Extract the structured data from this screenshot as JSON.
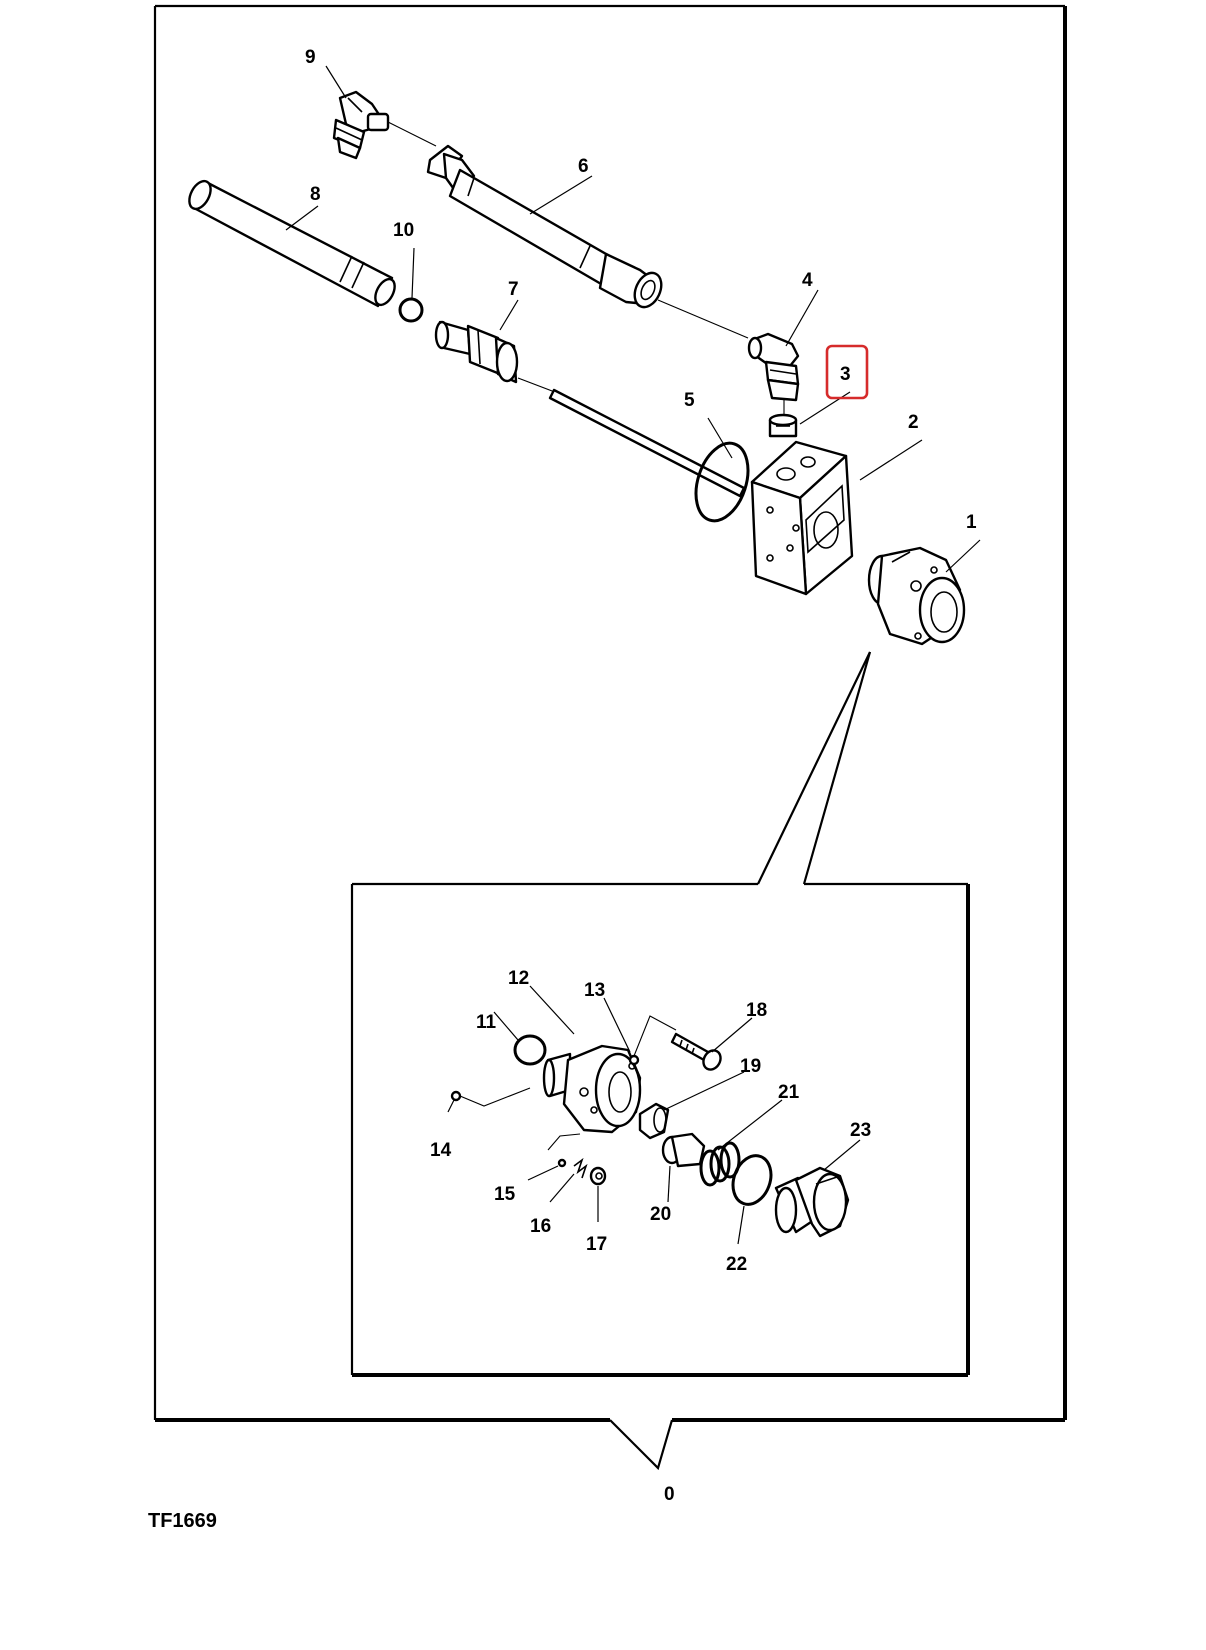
{
  "figure_id": "TF1669",
  "callouts": {
    "c0": "0",
    "c1": "1",
    "c2": "2",
    "c3": "3",
    "c4": "4",
    "c5": "5",
    "c6": "6",
    "c7": "7",
    "c8": "8",
    "c9": "9",
    "c10": "10",
    "c11": "11",
    "c12": "12",
    "c13": "13",
    "c14": "14",
    "c15": "15",
    "c16": "16",
    "c17": "17",
    "c18": "18",
    "c19": "19",
    "c20": "20",
    "c21": "21",
    "c22": "22",
    "c23": "23"
  },
  "highlighted_callout": "3",
  "colors": {
    "line": "#000000",
    "background": "#ffffff",
    "highlight": "#d62b2b"
  }
}
